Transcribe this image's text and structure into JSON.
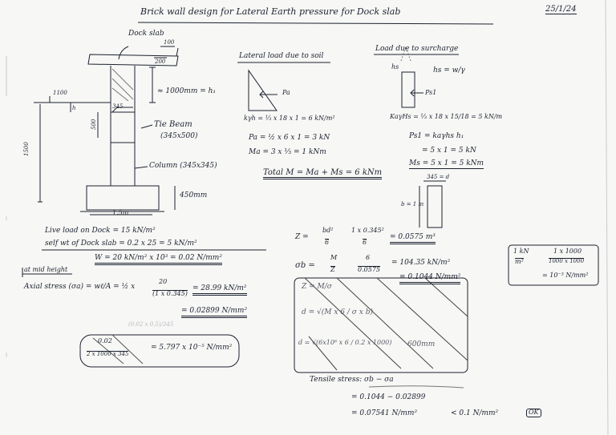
{
  "header": {
    "title": "Brick wall design for Lateral Earth pressure for Dock slab",
    "date": "25/1/24"
  },
  "section_diagram": {
    "dock_slab": "Dock slab",
    "dim_100": "100",
    "dim_200": "200",
    "dim_1100": "1100",
    "dim_1500": "1500",
    "dim_345": "345",
    "dim_500": "500",
    "dim_1000": "1000mm",
    "h1_label": "≈ 1000mm = h₁",
    "tie_beam": "Tie Beam",
    "tie_beam_size": "(345x500)",
    "column": "Column (345x345)",
    "footing_depth": "450mm",
    "footing_width": "1.5m"
  },
  "lateral_soil": {
    "heading": "Lateral load due to soil",
    "k_label": "kγh = ⅓ x 18 x 1 = 6 kN/m²",
    "pa_label": "Pa",
    "pa": "Pa = ½ x 6 x 1 = 3 kN",
    "ma": "Ma = 3 x ⅓ = 1 kNm",
    "total": "Total M = Ma + Ms = 6 kNm"
  },
  "surcharge": {
    "heading": "Load due to surcharge",
    "hs_formula": "hs = w/γ",
    "hs": "hs",
    "ps1": "Ps1",
    "k_line": "KaγHs = ⅓ x 18 x 15/18 = 5 kN/m",
    "ps_line": "Ps1 = kaγhs h₁",
    "ps_value": "= 5 x 1 = 5 kN",
    "ms_line": "Ms = 5 x 1 = 5 kNm",
    "section_top": "345 = d",
    "section_side": "b = 1 m"
  },
  "loads": {
    "live": "Live load on Dock = 15 kN/m²",
    "self": "self wt of Dock slab = 0.2 x 25 = 5 kN/m²",
    "w": "W = 20 kN/m² x 10³ = 0.02 N/mm²"
  },
  "axial": {
    "heading": "at mid height",
    "stress": "Axial stress (σa) = (ω·ℓ)/A = ½ x 20/(1 x 0.345) = 28.99 kN/m²",
    "stress_short": "Axial stress (σa) = wℓ/A = ½ x",
    "stress_frac_top": "20",
    "stress_frac_bot": "(1 x 0.345)",
    "stress_result": "= 28.99 kN/m²",
    "converted": "= 0.02899 N/mm²",
    "faint_note": "(0.02 x 0.5)/345",
    "box_frac_top": "0.02",
    "box_frac_bot": "2 x 1000 x 345",
    "box_result": "= 5.797 x 10⁻⁵ N/mm²"
  },
  "bending": {
    "z_line": "Z = bd²/6 = (1 x 0.345²)/6 = 0.0575 m³",
    "z_lhs": "Z =",
    "z_frac1_top": "bd²",
    "z_frac1_bot": "6",
    "z_frac2_top": "1 x 0.345²",
    "z_frac2_bot": "6",
    "z_result": "= 0.0575 m³",
    "sigma_lhs": "σb =",
    "sigma_frac1_top": "M",
    "sigma_frac1_bot": "Z",
    "sigma_frac2_top": "6",
    "sigma_frac2_bot": "0.0575",
    "sigma_result": "= 104.35 kN/m²",
    "sigma_mm": "= 0.1044 N/mm²",
    "crossed_z": "Z = M/σ",
    "crossed_d": "d = √(M x 6 / σ x b)",
    "crossed_d2": "d = √(6x10⁶ x 6 / 0.2 x 1000)",
    "crossed_result": "600mm"
  },
  "conversion": {
    "top": "1 kN",
    "bot": "m²",
    "top2": "1 x 1000",
    "bot2": "1000 x 1000",
    "result": "= 10⁻³ N/mm²"
  },
  "tensile": {
    "heading": "Tensile stress: σb − σa",
    "line1": "= 0.1044 − 0.02899",
    "line2": "= 0.07541 N/mm²",
    "compare": "< 0.1 N/mm²",
    "ok": "OK"
  }
}
